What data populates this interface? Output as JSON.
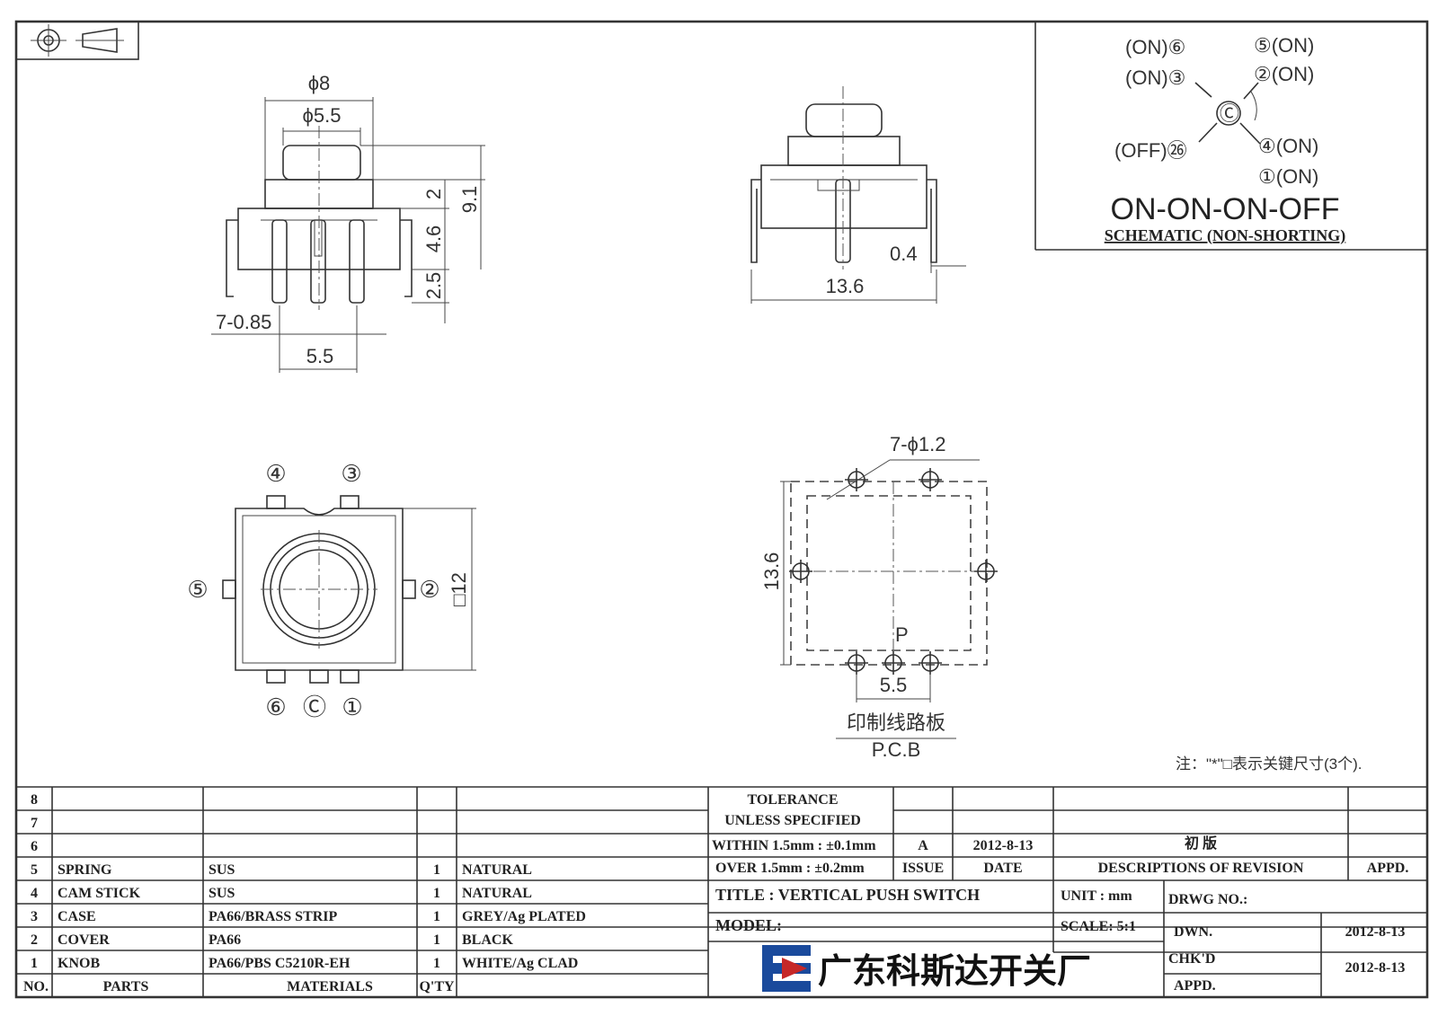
{
  "dimensions": {
    "phi8": "ϕ8",
    "phi55": "ϕ5.5",
    "h2": "2",
    "h46": "4.6",
    "h25": "2.5",
    "h91": "9.1",
    "pins": "7-0.85",
    "w55_front": "5.5",
    "w04": "0.4",
    "w136": "13.6",
    "sq12": "□12",
    "holes": "7-ϕ1.2",
    "h136_pcb": "13.6",
    "p_label": "P",
    "w55_pcb": "5.5",
    "pcb_cn": "印制线路板",
    "pcb_en": "P.C.B"
  },
  "pins_bottom_view": {
    "top": [
      "④",
      "③"
    ],
    "left": "⑤",
    "right": "②",
    "bottom": [
      "⑥",
      "Ⓒ",
      "①"
    ]
  },
  "schematic": {
    "p6": "(ON)⑥",
    "p3": "(ON)③",
    "p5": "⑤(ON)",
    "p2": "②(ON)",
    "c": "Ⓒ",
    "off": "(OFF)㉖",
    "p4": "④(ON)",
    "p1": "①(ON)",
    "title": "ON-ON-ON-OFF",
    "subtitle": "SCHEMATIC (NON-SHORTING)"
  },
  "note": "注：\"*\"□表示关键尺寸(3个).",
  "bom": {
    "row_numbers": [
      "8",
      "7",
      "6"
    ],
    "rows": [
      {
        "no": "5",
        "part": "SPRING",
        "material": "SUS",
        "qty": "1",
        "finish": "NATURAL"
      },
      {
        "no": "4",
        "part": "CAM STICK",
        "material": "SUS",
        "qty": "1",
        "finish": "NATURAL"
      },
      {
        "no": "3",
        "part": "CASE",
        "material": "PA66/BRASS STRIP",
        "qty": "1",
        "finish": "GREY/Ag PLATED"
      },
      {
        "no": "2",
        "part": "COVER",
        "material": "PA66",
        "qty": "1",
        "finish": "BLACK"
      },
      {
        "no": "1",
        "part": "KNOB",
        "material": "PA66/PBS C5210R-EH",
        "qty": "1",
        "finish": "WHITE/Ag CLAD"
      }
    ],
    "headers": {
      "no": "NO.",
      "parts": "PARTS",
      "materials": "MATERIALS",
      "qty": "Q'TY"
    }
  },
  "title_block": {
    "tol1": "TOLERANCE",
    "tol2": "UNLESS  SPECIFIED",
    "tol3": "WITHIN 1.5mm : ±0.1mm",
    "tol4": "OVER 1.5mm : ±0.2mm",
    "rev_issue": "A",
    "rev_date": "2012-8-13",
    "rev_desc": "初  版",
    "h_issue": "ISSUE",
    "h_date": "DATE",
    "h_desc": "DESCRIPTIONS OF REVISION",
    "h_appd": "APPD.",
    "title_label": "TITLE :  VERTICAL PUSH SWITCH",
    "unit": "UNIT :  mm",
    "drwg": "DRWG NO.:",
    "model": "MODEL:",
    "scale": "SCALE:  5:1",
    "dwn": "DWN.",
    "dwn_date": "2012-8-13",
    "chkd": "CHK'D",
    "chkd_date": "2012-8-13",
    "appd": "APPD.",
    "company": "广东科斯达开关厂"
  }
}
